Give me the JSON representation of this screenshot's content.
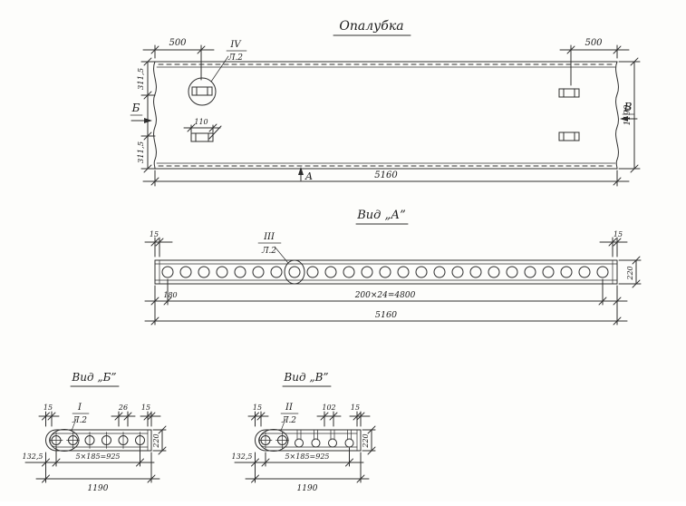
{
  "views": {
    "formwork": {
      "title": "Опалубка",
      "detail": {
        "num": "IV",
        "sheet": "Л.2"
      },
      "sections": {
        "left": "Б",
        "right": "В",
        "plan": "А"
      },
      "dims": {
        "d500l": "500",
        "d500r": "500",
        "d311a": "311,5",
        "d311b": "311,5",
        "d1190": "1190",
        "d110": "110",
        "d5160": "5160"
      }
    },
    "view_a": {
      "title": "Вид „А”",
      "detail": {
        "num": "III",
        "sheet": "Л.2"
      },
      "dims": {
        "d15l": "15",
        "d15r": "15",
        "d180": "180",
        "dspacing": "200×24=4800",
        "d5160": "5160",
        "d220": "220"
      }
    },
    "view_b": {
      "title": "Вид „Б”",
      "detail": {
        "num": "I",
        "sheet": "Л.2"
      },
      "dims": {
        "d15l": "15",
        "d26": "26",
        "d15r": "15",
        "d220": "220",
        "d132": "132,5",
        "dspacing": "5×185=925",
        "d1190": "1190"
      }
    },
    "view_v": {
      "title": "Вид „В”",
      "detail": {
        "num": "II",
        "sheet": "Л.2"
      },
      "dims": {
        "d15l": "15",
        "d102": "102",
        "d15r": "15",
        "d220": "220",
        "d132": "132,5",
        "dspacing": "5×185=925",
        "d1190": "1190"
      }
    }
  }
}
